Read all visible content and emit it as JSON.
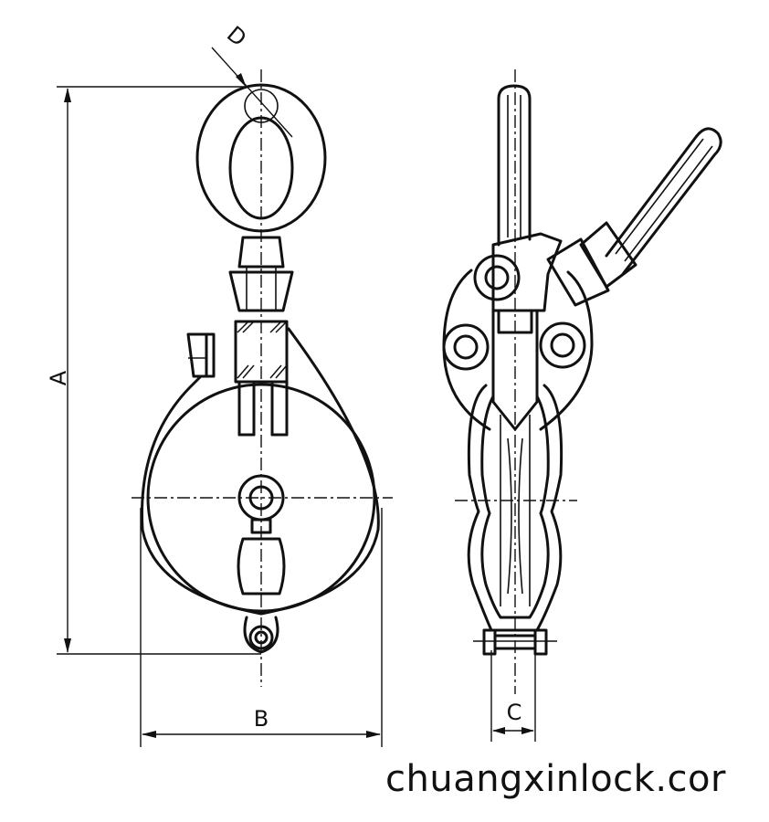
{
  "labels": {
    "a": "A",
    "b": "B",
    "c": "C",
    "d": "D"
  },
  "watermark": "chuangxinlock.cor",
  "colors": {
    "line": "#111111",
    "background": "#ffffff"
  }
}
